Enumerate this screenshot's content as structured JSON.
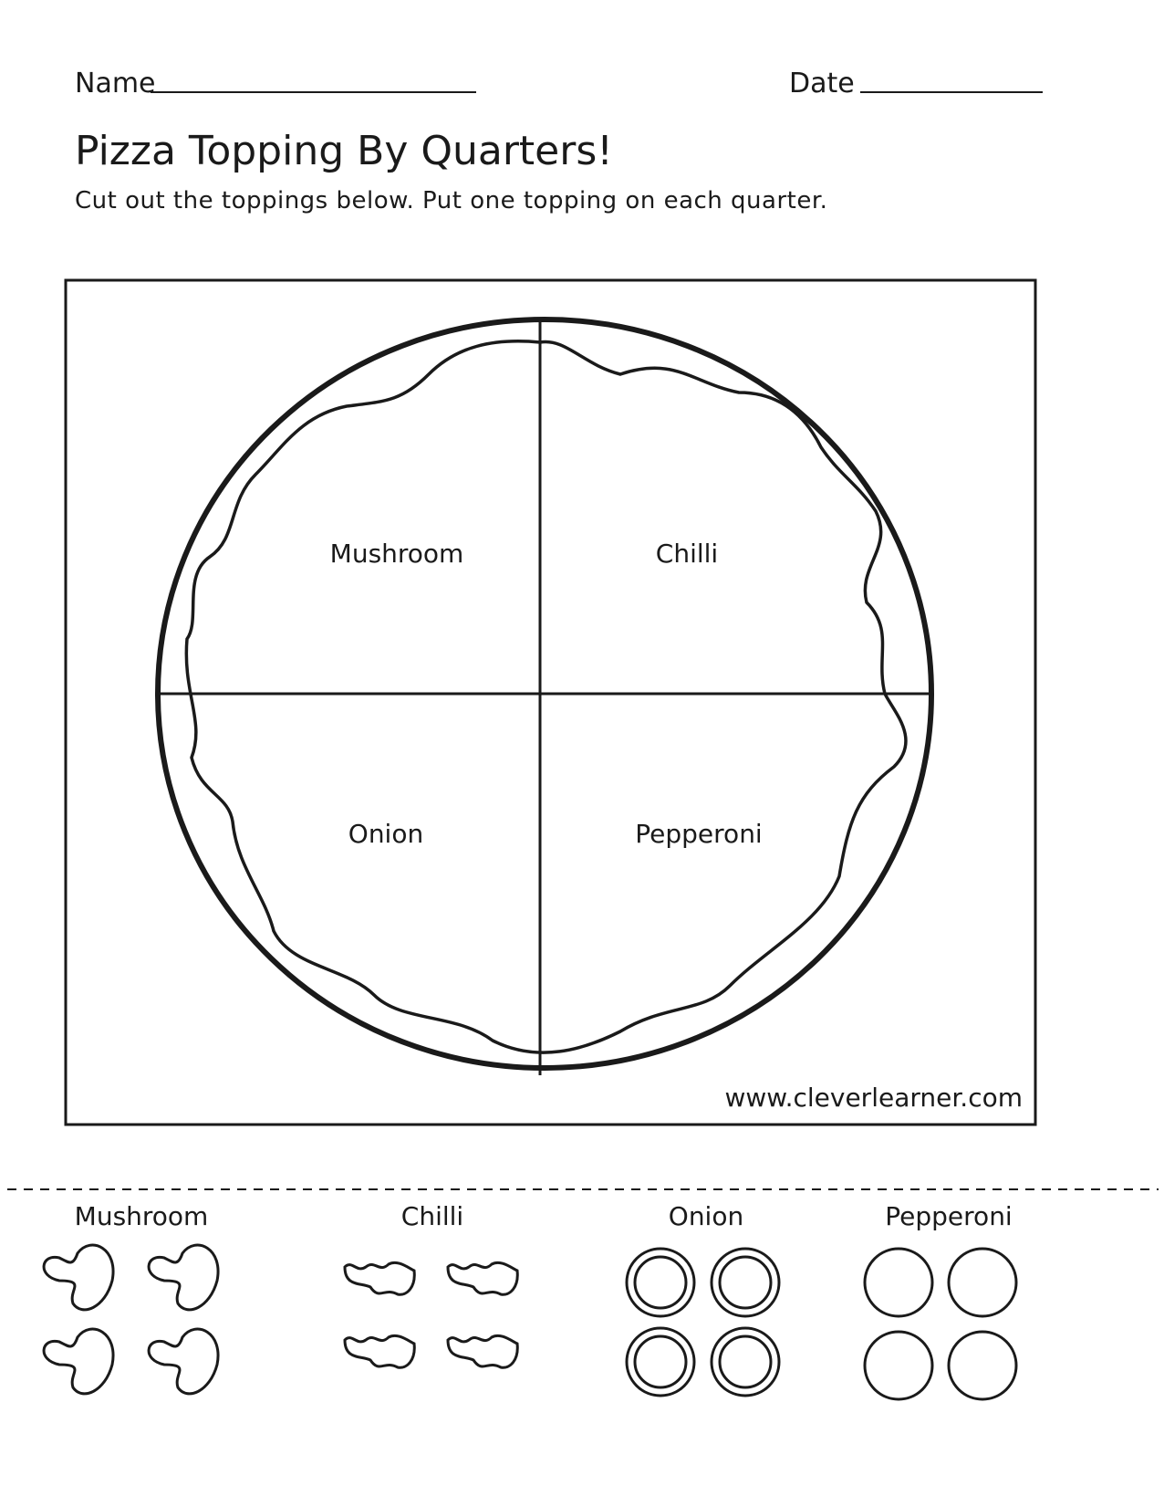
{
  "header": {
    "name_label": "Name",
    "date_label": "Date"
  },
  "title": "Pizza Topping By Quarters!",
  "instructions": "Cut out the toppings below. Put one topping on each quarter.",
  "pizza": {
    "quarters": [
      "Mushroom",
      "Chilli",
      "Onion",
      "Pepperoni"
    ]
  },
  "website": "www.cleverlearner.com",
  "cutouts": {
    "labels": [
      "Mushroom",
      "Chilli",
      "Onion",
      "Pepperoni"
    ],
    "count_each": 4
  }
}
